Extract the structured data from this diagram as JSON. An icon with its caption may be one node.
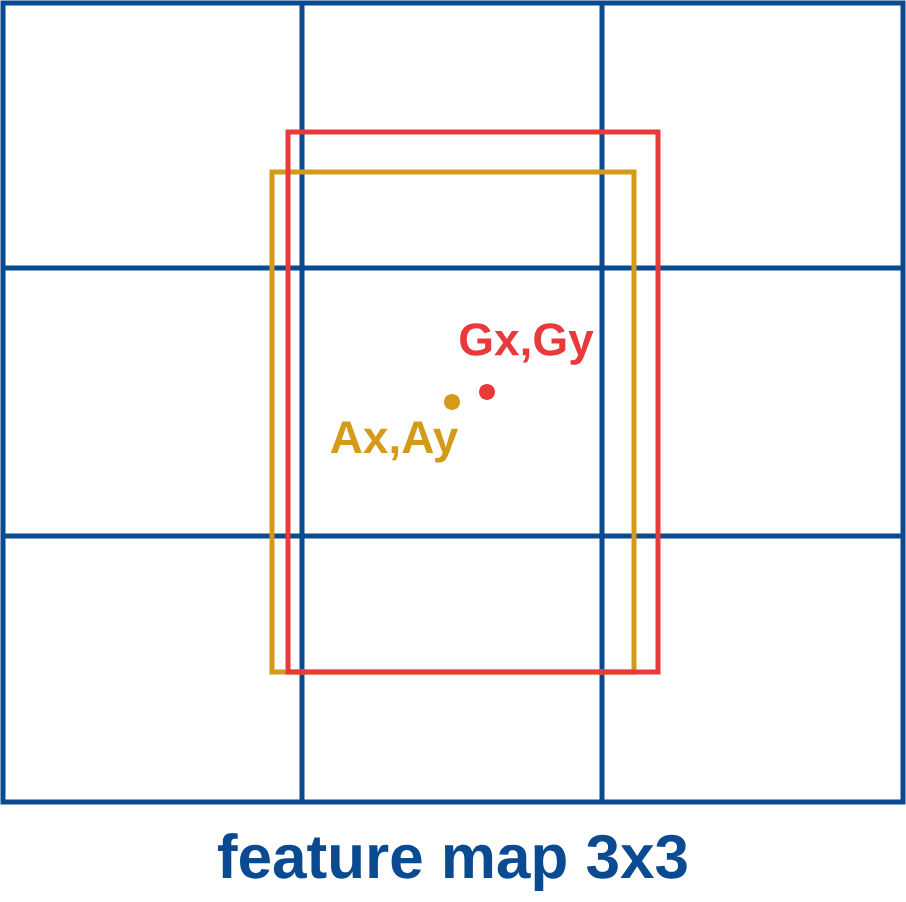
{
  "diagram": {
    "caption": "feature map 3x3",
    "labels": [
      "Gx,Gy",
      "Ax,Ay"
    ]
  }
}
